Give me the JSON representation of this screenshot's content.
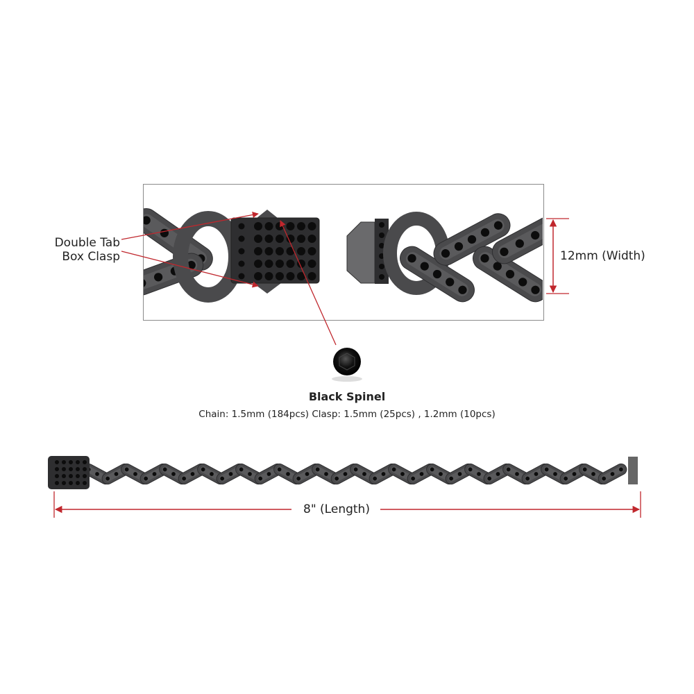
{
  "callouts": {
    "clasp_line1": "Double Tab",
    "clasp_line2": "Box Clasp",
    "width": "12mm (Width)",
    "length": "8\" (Length)"
  },
  "stone": {
    "name": "Black Spinel",
    "details": "Chain: 1.5mm (184pcs) Clasp: 1.5mm (25pcs) , 1.2mm (10pcs)"
  },
  "colors": {
    "accent": "#c0272d",
    "metal": "#4a4a4c",
    "metal_dark": "#2e2e30",
    "stone": "#0c0c0c",
    "frame": "#8a8a8a"
  }
}
